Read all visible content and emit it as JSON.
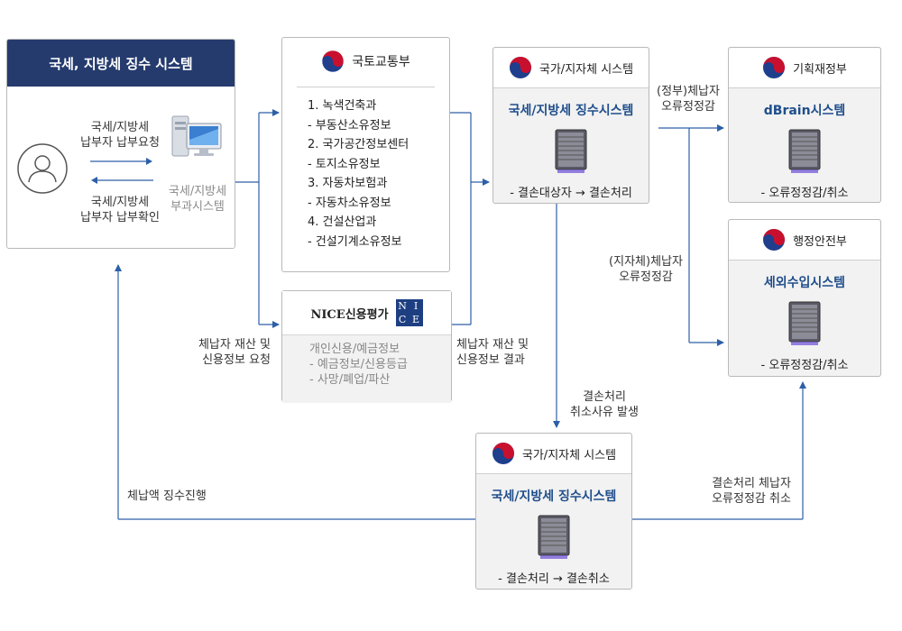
{
  "left_system": {
    "title": "국세, 지방세 징수 시스템",
    "request_label": [
      "국세/지방세",
      "납부자 납부요청"
    ],
    "confirm_label": [
      "국세/지방세",
      "납부자 납부확인"
    ],
    "pc_label": [
      "국세/지방세",
      "부과시스템"
    ]
  },
  "molit": {
    "org": "국토교통부",
    "items": [
      "1. 녹색건축과",
      "- 부동산소유정보",
      "2. 국가공간정보센터",
      "- 토지소유정보",
      "3. 자동차보험과",
      "- 자동차소유정보",
      "4. 건설산업과",
      "- 건설기계소유정보"
    ]
  },
  "nice": {
    "org": "NICE신용평가",
    "logo_letters": [
      "N",
      "I",
      "C",
      "E"
    ],
    "items": [
      "개인신용/예금정보",
      "- 예금정보/신용등급",
      "- 사망/폐업/파산"
    ]
  },
  "state_system_top": {
    "header": "국가/지자체 시스템",
    "system": "국세/지방세 징수시스템",
    "caption": "- 결손대상자 → 결손처리"
  },
  "state_system_bottom": {
    "header": "국가/지자체 시스템",
    "system": "국세/지방세 징수시스템",
    "caption": "- 결손처리 → 결손취소"
  },
  "mof": {
    "org": "기획재정부",
    "system": "dBrain시스템",
    "caption": "- 오류정정감/취소"
  },
  "mois": {
    "org": "행정안전부",
    "system": "세외수입시스템",
    "caption": "-  오류정정감/취소"
  },
  "labels": {
    "asset_request": [
      "체납자 재산 및",
      "신용정보 요청"
    ],
    "asset_result": [
      "체납자 재산 및",
      "신용정보 결과"
    ],
    "gov_correction": [
      "(정부)체납자",
      "오류정정감"
    ],
    "local_correction": [
      "(지자체)체납자",
      "오류정정감"
    ],
    "cancel_reason": [
      "결손처리",
      "취소사유 발생"
    ],
    "cancel_correction": [
      "결손처리 체납자",
      "오류정정감 취소"
    ],
    "collection": [
      "체납액 징수진행"
    ]
  },
  "colors": {
    "accent_blue": "#1f4e8c",
    "header_navy": "#253b6e",
    "line_blue": "#2d5fa8",
    "gov_red": "#c8102e"
  }
}
